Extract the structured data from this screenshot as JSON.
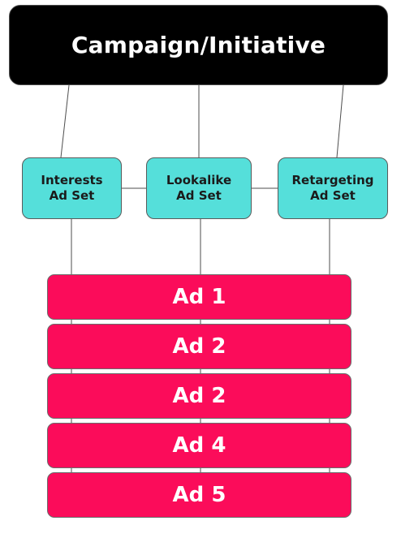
{
  "campaign": {
    "label": "Campaign/Initiative"
  },
  "ad_sets": [
    {
      "line1": "Interests",
      "line2": "Ad Set"
    },
    {
      "line1": "Lookalike",
      "line2": "Ad Set"
    },
    {
      "line1": "Retargeting",
      "line2": "Ad Set"
    }
  ],
  "ads": [
    {
      "label": "Ad 1"
    },
    {
      "label": "Ad 2"
    },
    {
      "label": "Ad 2"
    },
    {
      "label": "Ad 4"
    },
    {
      "label": "Ad 5"
    }
  ],
  "colors": {
    "campaign_fill": "#000000",
    "ad_set_fill": "#55dfda",
    "ad_fill": "#fb0c5a",
    "connector": "#4d4d4d"
  }
}
